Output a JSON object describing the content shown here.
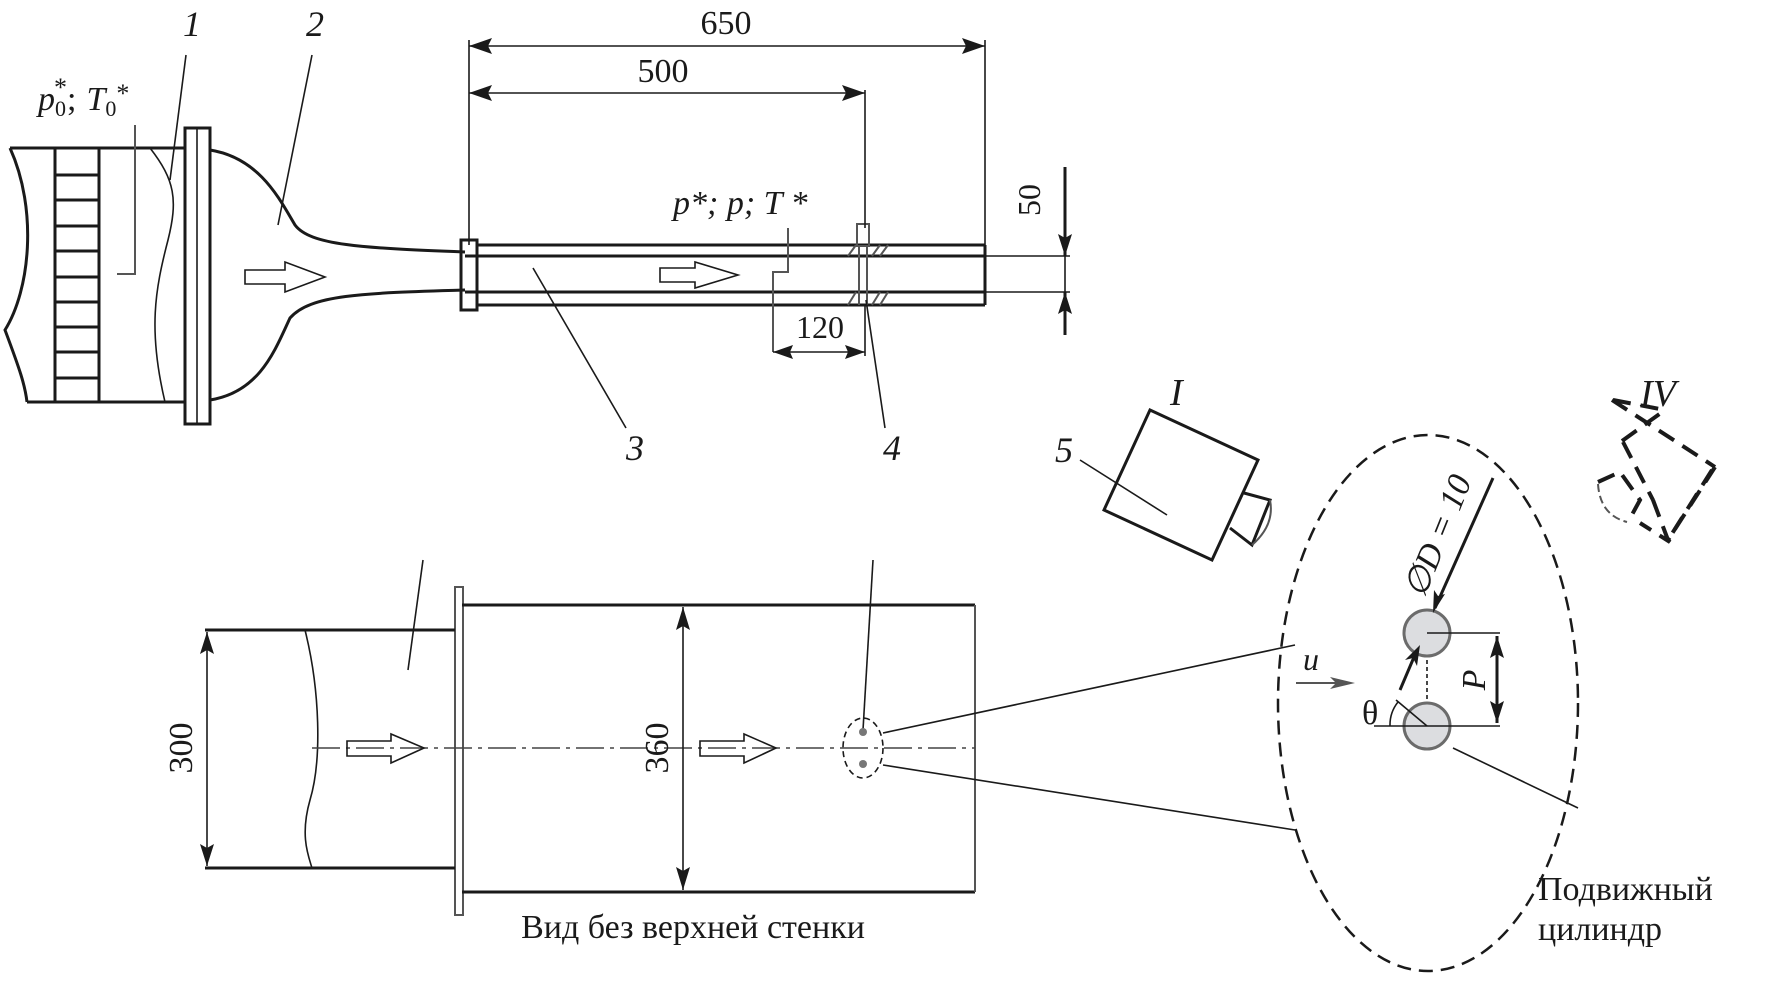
{
  "figure": {
    "labels": {
      "part_1": "1",
      "part_2": "2",
      "part_3_top": "3",
      "part_4_top": "4",
      "part_5": "5",
      "camera_I": "I",
      "camera_IV": "IV",
      "inlet_params_p": "p",
      "inlet_params_p_sub": "0",
      "inlet_params_star": "*",
      "inlet_params_sep": ";",
      "inlet_params_T": "T",
      "inlet_params_T_sub": "0",
      "test_params": "p*; p; T *",
      "caption_bottom": "Вид без верхней стенки",
      "moving_cylinder_line1": "Подвижный",
      "moving_cylinder_line2": "цилиндр",
      "flow_velocity": "u",
      "angle": "θ",
      "pitch": "P",
      "diameter": "∅D = 10"
    },
    "dimensions": {
      "total_length": "650",
      "probe_position": "500",
      "measure_offset": "120",
      "channel_height": "50",
      "inlet_width": "300",
      "channel_width": "360"
    },
    "colors": {
      "line": "#1a1a1a",
      "cylinder_fill": "#dcdde0",
      "cylinder_stroke": "#6b6b6b"
    }
  }
}
